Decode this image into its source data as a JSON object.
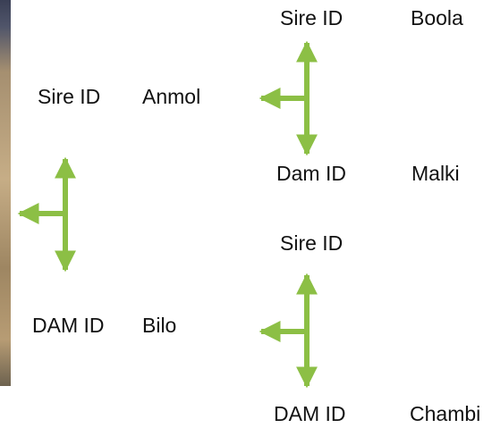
{
  "colors": {
    "arrow": "#8cbf45",
    "text": "#111111"
  },
  "icons": {
    "arrow_shape": "t-shaped-arrow-icon"
  },
  "root": {
    "sire": {
      "label": "Sire ID",
      "name": "Anmol"
    },
    "dam": {
      "label": "DAM ID",
      "name": "Bilo"
    }
  },
  "sire_parents": {
    "sire": {
      "label": "Sire ID",
      "name": "Boola"
    },
    "dam": {
      "label": "Dam ID",
      "name": "Malki"
    }
  },
  "dam_parents": {
    "sire": {
      "label": "Sire ID",
      "name": ""
    },
    "dam": {
      "label": "DAM ID",
      "name": "Chambi"
    }
  }
}
